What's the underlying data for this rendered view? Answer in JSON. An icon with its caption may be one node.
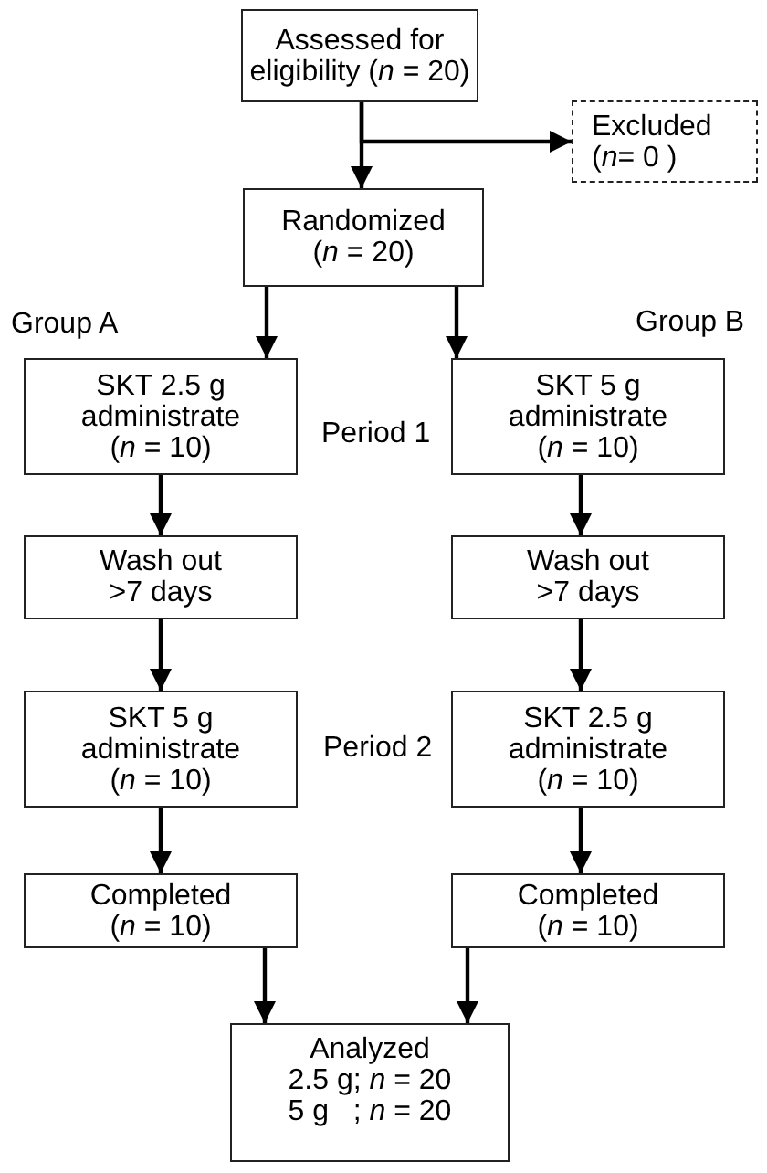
{
  "diagram": {
    "nodes": [
      {
        "text": [
          "Assessed for eligibility (*n* = 20)"
        ]
      },
      {
        "text": [
          "Excluded (*n*= 0 )"
        ]
      },
      {
        "text": [
          "Randomized (*n* = 20)"
        ]
      },
      {
        "text": [
          "SKT 2.5 g administrate (*n* = 10)"
        ]
      },
      {
        "text": [
          "SKT 5 g administrate (*n* = 10)"
        ]
      },
      {
        "text": [
          "Wash out >7 days"
        ]
      },
      {
        "text": [
          "Wash out >7 days"
        ]
      },
      {
        "text": [
          "SKT 5 g administrate (*n* = 10)"
        ]
      },
      {
        "text": [
          "SKT 2.5 g administrate (*n* = 10)"
        ]
      },
      {
        "text": [
          "Completed (*n* = 10)"
        ]
      },
      {
        "text": [
          "Completed (*n* = 10)"
        ]
      },
      {
        "text": [
          "Analyzed",
          "2.5 g; *n* = 20",
          "5 g   ; *n* = 20"
        ]
      }
    ],
    "edges": [
      {
        "from": 0,
        "to": 2,
        "arrow": "to"
      },
      {
        "from": 0,
        "to": 1,
        "arrow": "to"
      },
      {
        "from": 2,
        "to": 3,
        "arrow": "to"
      },
      {
        "from": 2,
        "to": 4,
        "arrow": "to"
      },
      {
        "from": 3,
        "to": 5,
        "arrow": "to"
      },
      {
        "from": 4,
        "to": 6,
        "arrow": "to"
      },
      {
        "from": 5,
        "to": 7,
        "arrow": "to"
      },
      {
        "from": 6,
        "to": 8,
        "arrow": "to"
      },
      {
        "from": 7,
        "to": 9,
        "arrow": "to"
      },
      {
        "from": 8,
        "to": 10,
        "arrow": "to"
      },
      {
        "from": 9,
        "to": 11,
        "arrow": "to"
      },
      {
        "from": 10,
        "to": 11,
        "arrow": "to"
      }
    ],
    "labels": [
      "Group A",
      "Group B",
      "Period 1",
      "Period 2"
    ]
  }
}
